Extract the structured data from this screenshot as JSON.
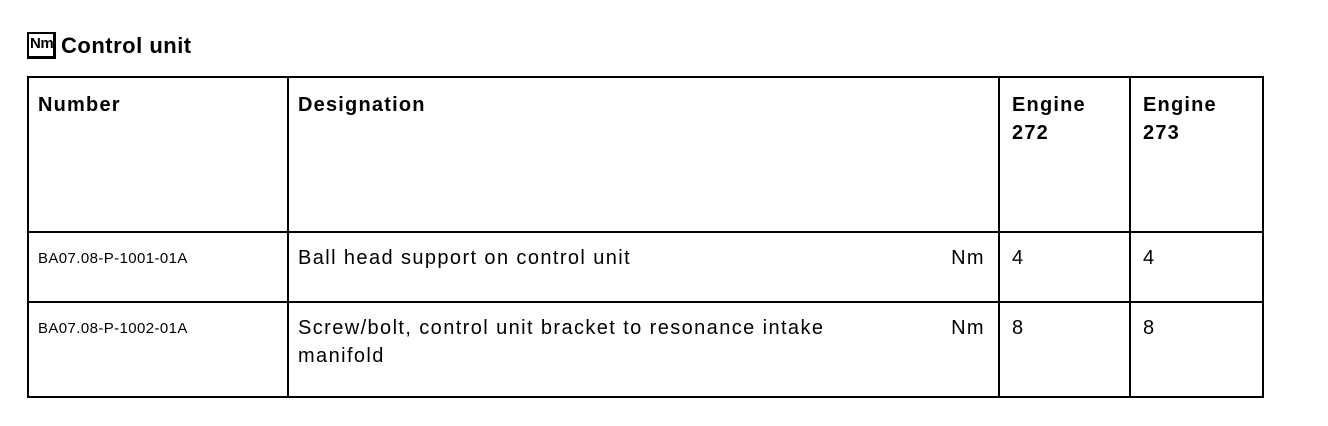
{
  "heading": {
    "nm_badge": "Nm",
    "title": "Control unit"
  },
  "table": {
    "headers": {
      "number": "Number",
      "designation": "Designation",
      "engine_272": {
        "line1": "Engine",
        "line2": "272"
      },
      "engine_273": {
        "line1": "Engine",
        "line2": "273"
      }
    },
    "rows": [
      {
        "number": "BA07.08-P-1001-01A",
        "designation": "Ball head support on control unit",
        "unit": "Nm",
        "engine_272": "4",
        "engine_273": "4"
      },
      {
        "number": "BA07.08-P-1002-01A",
        "designation": "Screw/bolt, control unit bracket to resonance intake manifold",
        "unit": "Nm",
        "engine_272": "8",
        "engine_273": "8"
      }
    ]
  },
  "colors": {
    "text": "#000000",
    "background": "#ffffff",
    "border": "#000000"
  }
}
